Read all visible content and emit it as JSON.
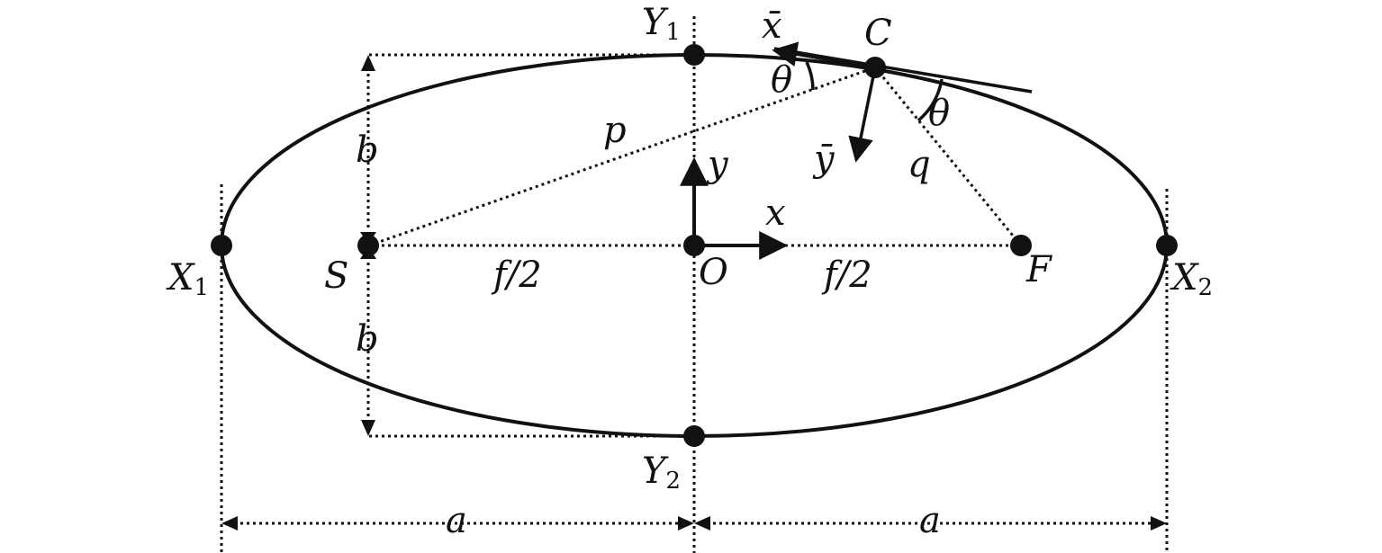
{
  "labels": {
    "y1": "Y",
    "y1_sub": "1",
    "y2": "Y",
    "y2_sub": "2",
    "x1": "X",
    "x1_sub": "1",
    "x2": "X",
    "x2_sub": "2",
    "c": "C",
    "s": "S",
    "o": "O",
    "f": "F",
    "xbar": "x̄",
    "ybar": "ȳ",
    "theta_top": "θ",
    "theta_right": "θ",
    "p": "p",
    "q": "q",
    "b_upper": "b",
    "b_lower": "b",
    "y_axis": "y",
    "x_axis": "x",
    "f_half_left": "f/2",
    "f_half_right": "f/2",
    "a_left": "a",
    "a_right": "a"
  }
}
